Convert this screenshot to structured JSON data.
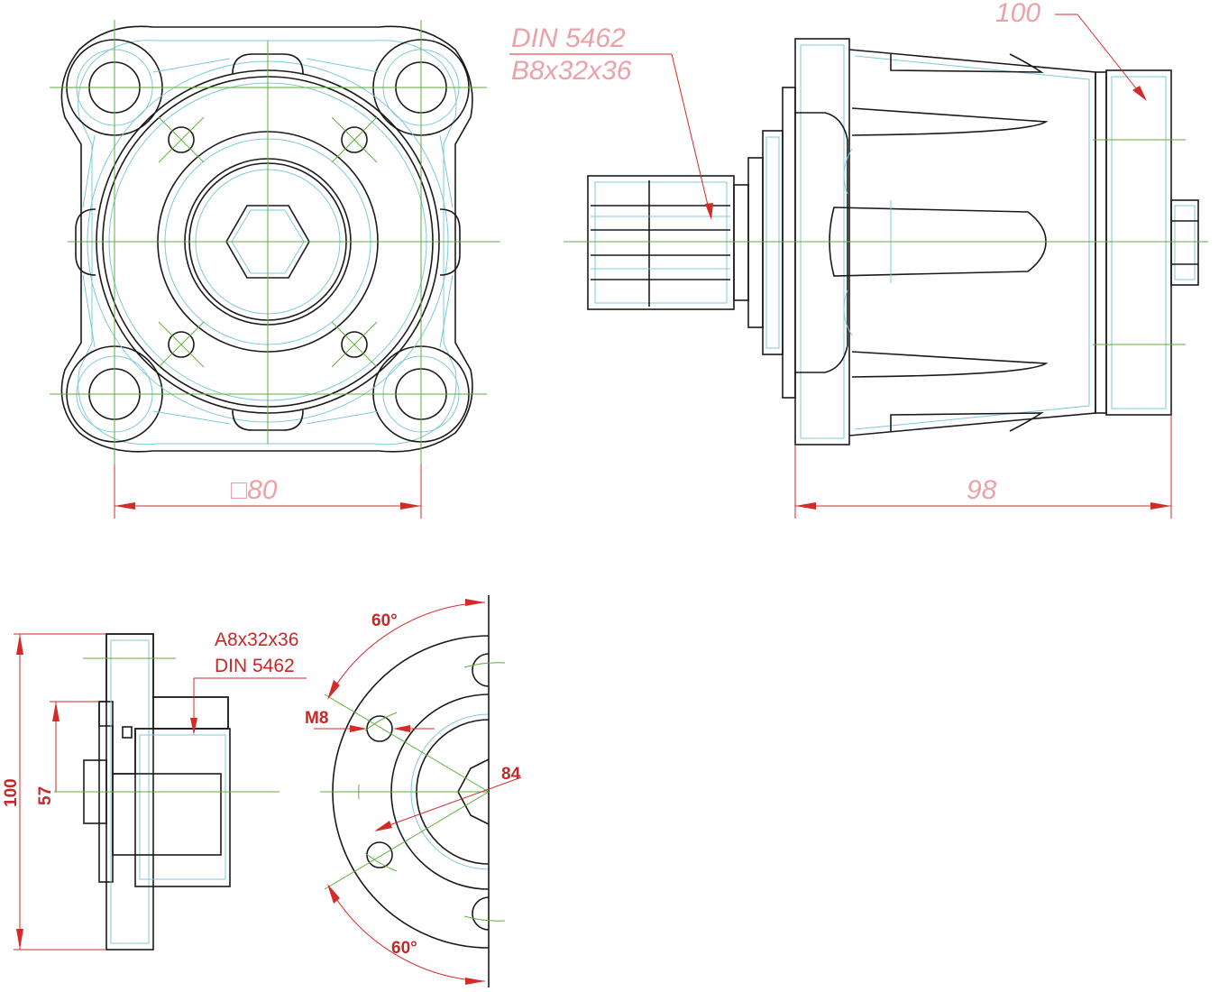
{
  "labels": {
    "spline_standard_top": "DIN  5462",
    "spline_spec_top": "B8x32x36",
    "dim_length_top": "100",
    "dim_square": "□80",
    "dim_overall_length": "98",
    "spline_spec_bottom": "A8x32x36",
    "spline_standard_bottom": "DIN 5462",
    "dim_height": "100",
    "dim_center_height": "57",
    "angle_upper": "60°",
    "angle_lower": "60°",
    "thread_size": "M8",
    "bolt_circle": "84"
  },
  "colors": {
    "outline": "#1a1a1a",
    "hidden_lines": "#7ec8d9",
    "center_lines": "#5fae3c",
    "dimensions": "#d32a2a",
    "faded_labels": "#e9a3a8"
  }
}
